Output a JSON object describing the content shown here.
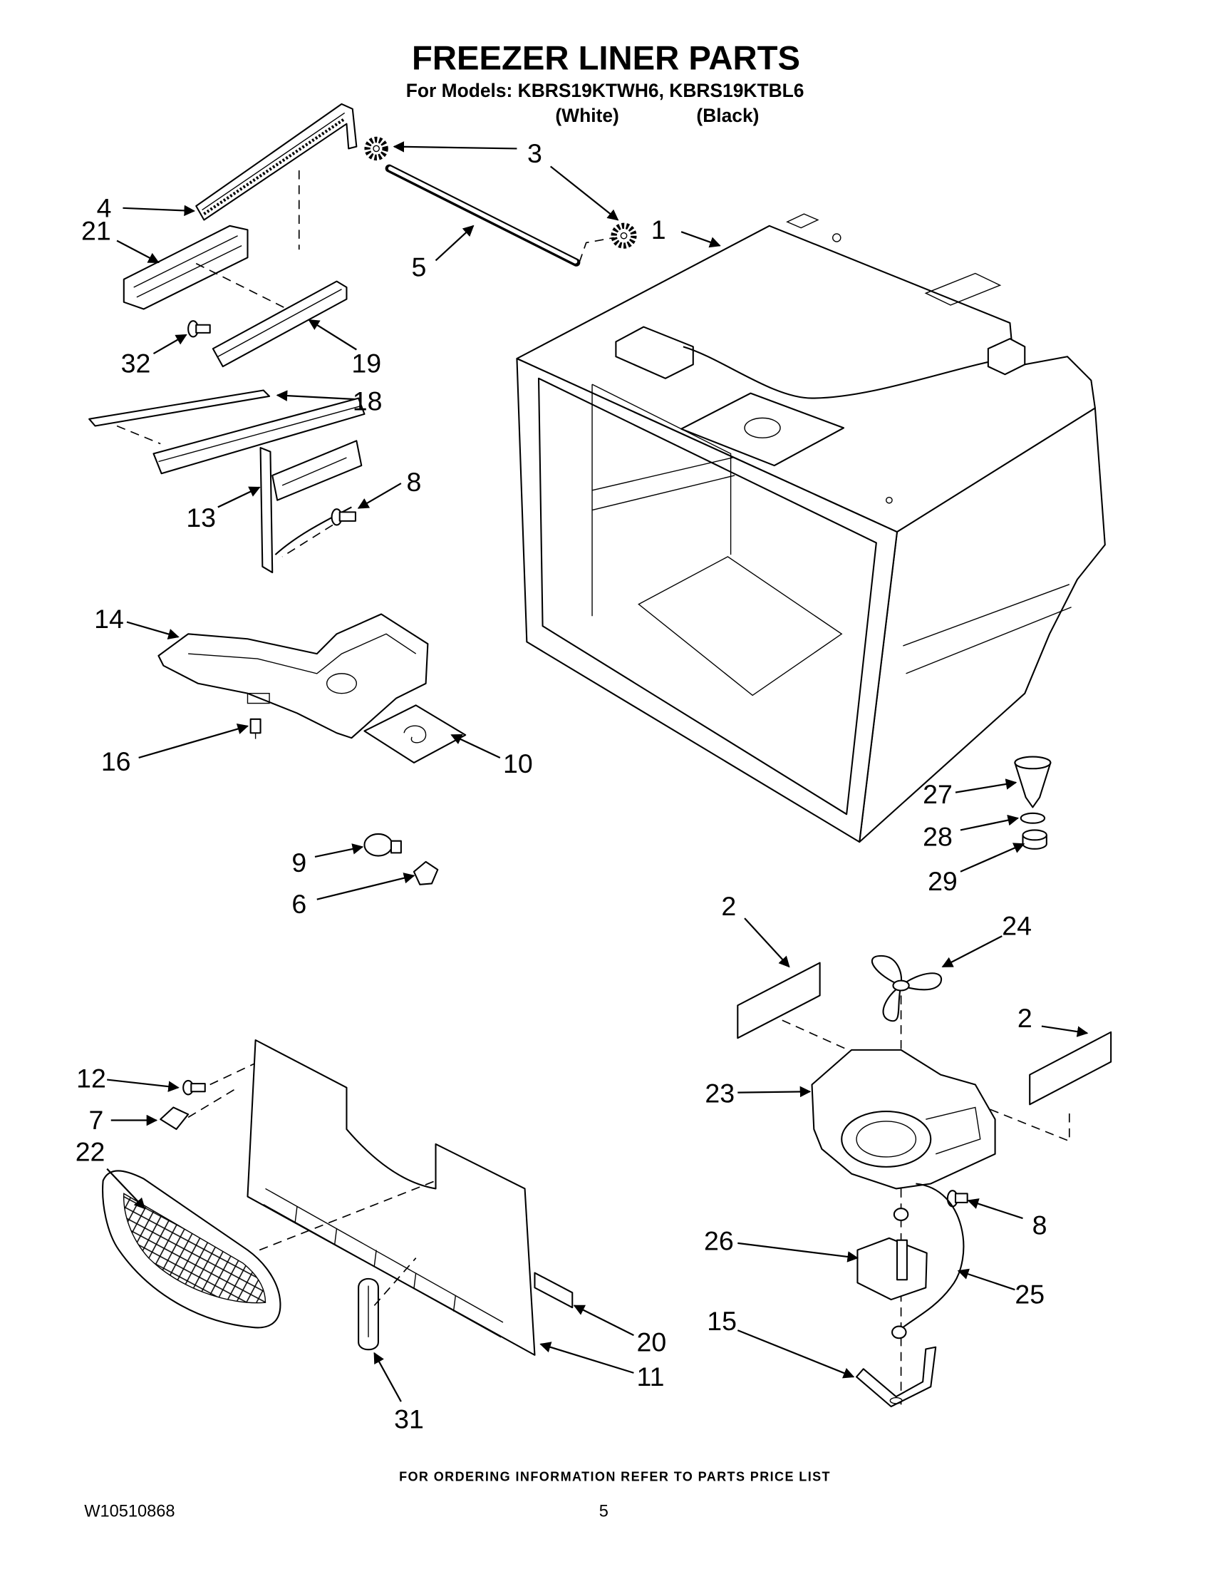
{
  "title": "FREEZER LINER PARTS",
  "models_line": "For Models: KBRS19KTWH6, KBRS19KTBL6",
  "color_labels": {
    "white": "(White)",
    "black": "(Black)"
  },
  "callouts": [
    "3",
    "4",
    "21",
    "1",
    "5",
    "32",
    "19",
    "18",
    "8",
    "13",
    "14",
    "16",
    "10",
    "27",
    "28",
    "29",
    "9",
    "6",
    "2",
    "24",
    "2",
    "12",
    "7",
    "22",
    "23",
    "8",
    "26",
    "25",
    "15",
    "20",
    "11",
    "31"
  ],
  "footer": {
    "ordering_note": "FOR ORDERING INFORMATION REFER TO PARTS PRICE LIST",
    "doc_number": "W10510868",
    "page_number": "5"
  }
}
